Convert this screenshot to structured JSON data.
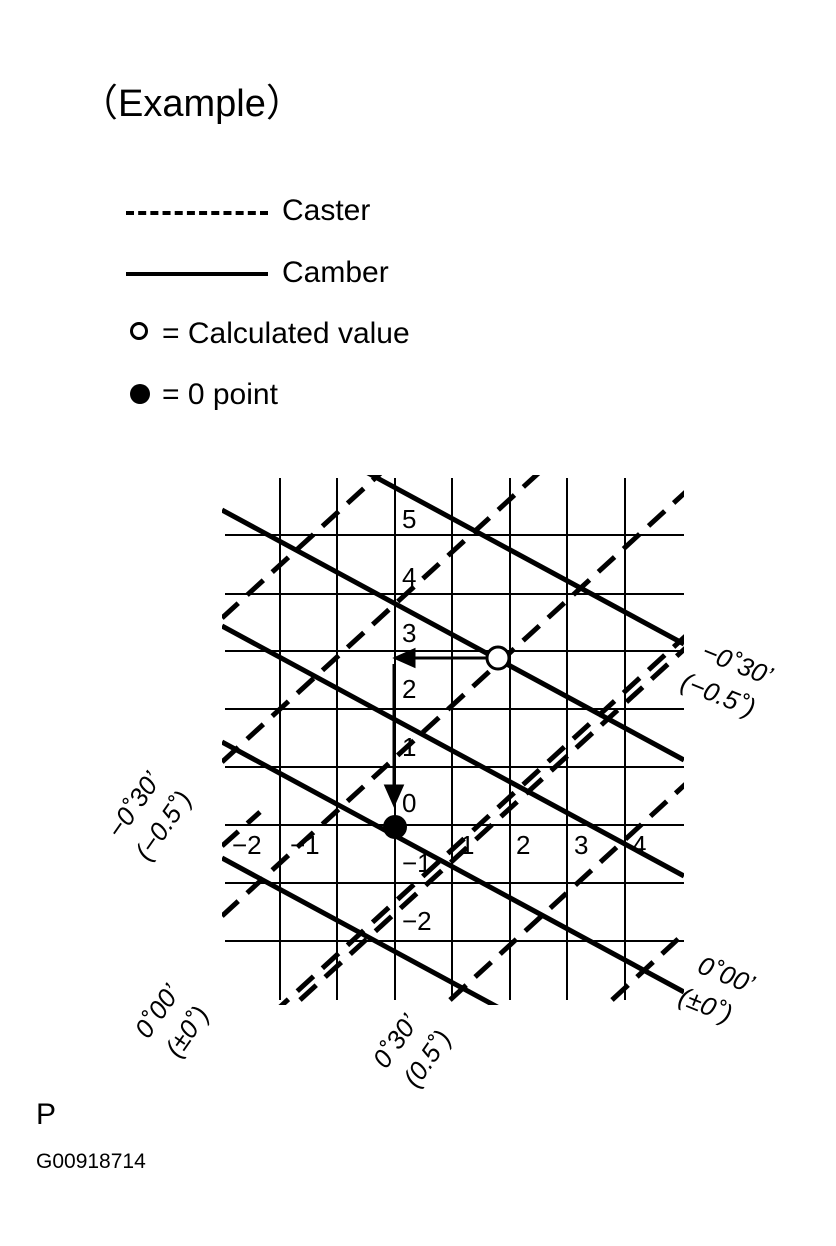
{
  "title": "（Example）",
  "legend": {
    "caster": "Caster",
    "camber": "Camber",
    "calculated": "= Calculated value",
    "zero_point": "= 0 point"
  },
  "scale": {
    "vertical": [
      "5",
      "4",
      "3",
      "2",
      "1",
      "0",
      "−1",
      "−2"
    ],
    "horizontal": [
      "−2",
      "−1",
      "1",
      "2",
      "3",
      "4"
    ]
  },
  "angle_labels": {
    "right_top_deg": "−0˚30’",
    "right_top_dec": "(−0.5˚)",
    "left_mid_deg": "−0˚30’",
    "left_mid_dec": "(−0.5˚)",
    "left_bottom_deg": "0˚00’",
    "left_bottom_dec": "(±0˚)",
    "bottom_mid_deg": "0˚30’",
    "bottom_mid_dec": "(0.5˚)",
    "right_bottom_deg": "0˚00’",
    "right_bottom_dec": "(±0˚)"
  },
  "footer": {
    "letter": "P",
    "code": "G00918714"
  }
}
